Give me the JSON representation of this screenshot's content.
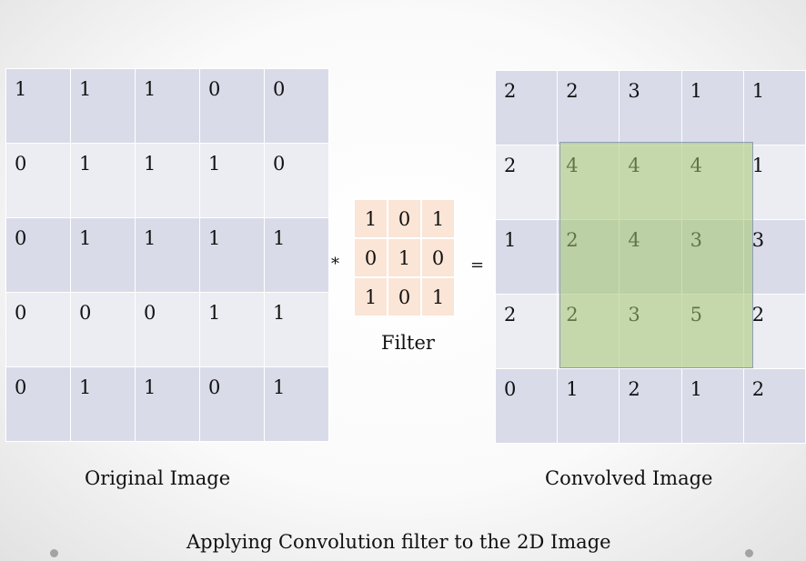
{
  "original_image": {
    "label": "Original Image",
    "rows": [
      [
        "1",
        "1",
        "1",
        "0",
        "0"
      ],
      [
        "0",
        "1",
        "1",
        "1",
        "0"
      ],
      [
        "0",
        "1",
        "1",
        "1",
        "1"
      ],
      [
        "0",
        "0",
        "0",
        "1",
        "1"
      ],
      [
        "0",
        "1",
        "1",
        "0",
        "1"
      ]
    ]
  },
  "filter": {
    "label": "Filter",
    "rows": [
      [
        "1",
        "0",
        "1"
      ],
      [
        "0",
        "1",
        "0"
      ],
      [
        "1",
        "0",
        "1"
      ]
    ]
  },
  "convolved_image": {
    "label": "Convolved Image",
    "rows": [
      [
        "2",
        "2",
        "3",
        "1",
        "1"
      ],
      [
        "2",
        "4",
        "4",
        "4",
        "1"
      ],
      [
        "1",
        "2",
        "4",
        "3",
        "3"
      ],
      [
        "2",
        "2",
        "3",
        "5",
        "2"
      ],
      [
        "0",
        "1",
        "2",
        "1",
        "2"
      ]
    ],
    "highlight_color": "#a4c670"
  },
  "operators": {
    "multiply": "*",
    "equals": "="
  },
  "title": "Applying Convolution filter to the 2D Image",
  "colors": {
    "row_dark": "#d9dbe8",
    "row_light": "#ecedf3",
    "filter_cell": "#fbe5d6"
  }
}
